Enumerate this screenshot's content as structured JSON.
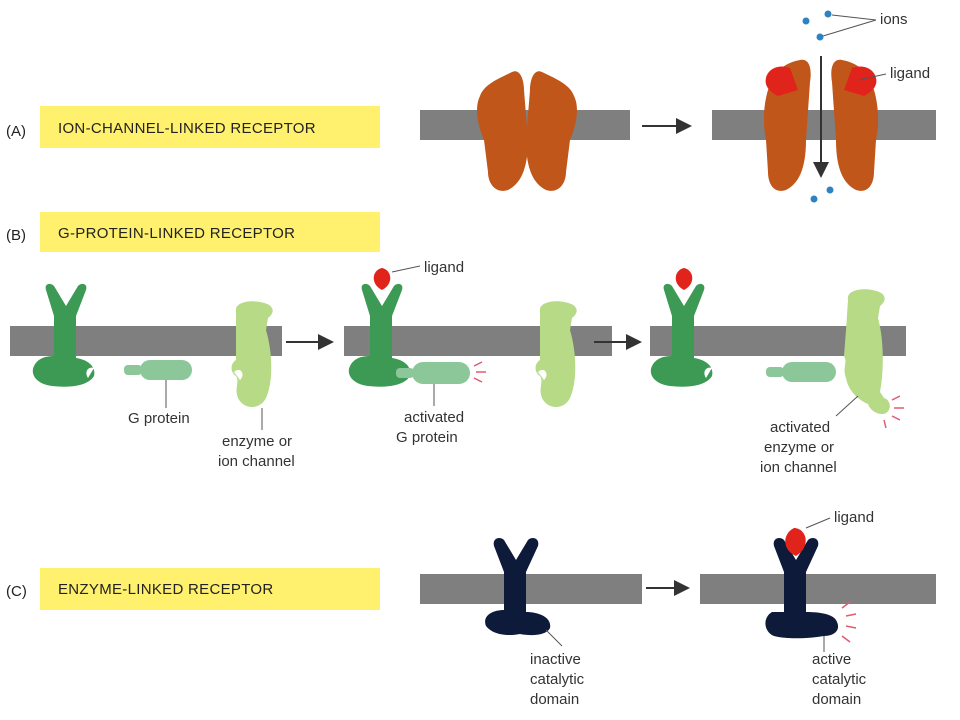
{
  "colors": {
    "highlight": "#fff06e",
    "membrane": "#7f7f7f",
    "ion_channel": "#c0561a",
    "ligand": "#e0241c",
    "receptor_green": "#3c9a55",
    "g_protein": "#8cc79a",
    "enzyme_light": "#b6da86",
    "enzyme_receptor": "#0e1a3a",
    "ion_dot": "#2f82c0",
    "activation_ticks": "#e05a70"
  },
  "sections": {
    "a": {
      "letter": "(A)",
      "title": "ION-CHANNEL-LINKED  RECEPTOR"
    },
    "b": {
      "letter": "(B)",
      "title": "G-PROTEIN-LINKED  RECEPTOR"
    },
    "c": {
      "letter": "(C)",
      "title": "ENZYME-LINKED  RECEPTOR"
    }
  },
  "labels": {
    "ions": "ions",
    "ligand_a": "ligand",
    "ligand_b": "ligand",
    "ligand_c": "ligand",
    "g_protein": "G protein",
    "enzyme_line1": "enzyme or",
    "enzyme_line2": "ion channel",
    "activated_g_line1": "activated",
    "activated_g_line2": "G protein",
    "activated_enzyme_line1": "activated",
    "activated_enzyme_line2": "enzyme or",
    "activated_enzyme_line3": "ion channel",
    "inactive_line1": "inactive",
    "inactive_line2": "catalytic",
    "inactive_line3": "domain",
    "active_line1": "active",
    "active_line2": "catalytic",
    "active_line3": "domain"
  }
}
